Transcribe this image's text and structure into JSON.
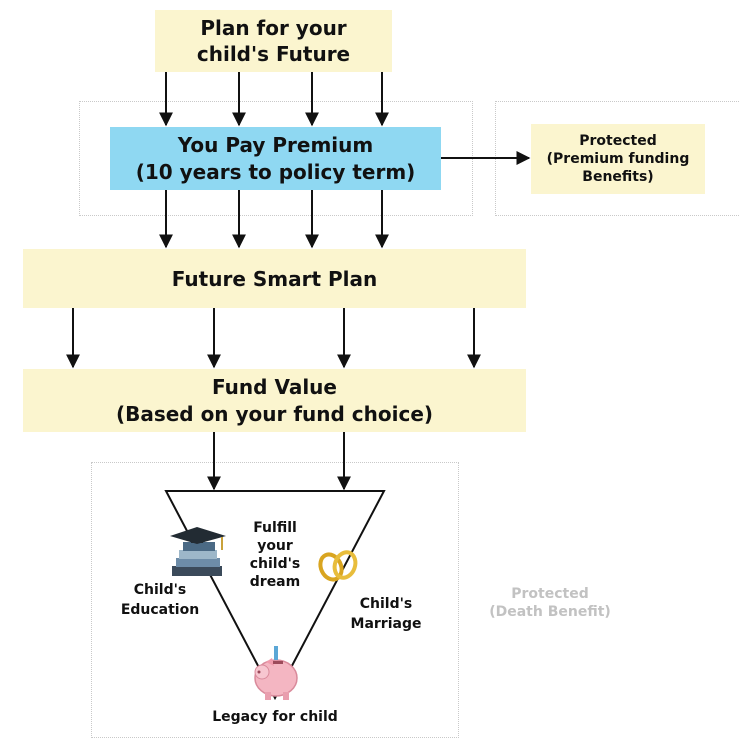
{
  "top_box": {
    "line1": "Plan for your",
    "line2": "child's Future"
  },
  "premium_box": {
    "line1": "You Pay Premium",
    "line2": "(10 years to policy term)"
  },
  "protected_premium": {
    "line1": "Protected",
    "line2": "(Premium funding",
    "line3": "Benefits)"
  },
  "smart_plan": {
    "label": "Future Smart Plan"
  },
  "fund_value": {
    "line1": "Fund Value",
    "line2": "(Based on your fund choice)"
  },
  "triangle": {
    "center": {
      "line1": "Fulfill",
      "line2": "your",
      "line3": "child's",
      "line4": "dream"
    },
    "education": {
      "line1": "Child's",
      "line2": "Education"
    },
    "marriage": {
      "line1": "Child's",
      "line2": "Marriage"
    },
    "legacy": "Legacy for child"
  },
  "protected_death": {
    "line1": "Protected",
    "line2": "(Death Benefit)"
  },
  "colors": {
    "yellow_box": "#fbf5cf",
    "blue_box": "#8fd8f2",
    "dotted_border": "#c9c9c9",
    "muted_text": "#c2c2c2",
    "arrow": "#111111"
  },
  "icons": [
    "graduation-cap-books-icon",
    "wedding-rings-icon",
    "piggy-bank-icon"
  ]
}
